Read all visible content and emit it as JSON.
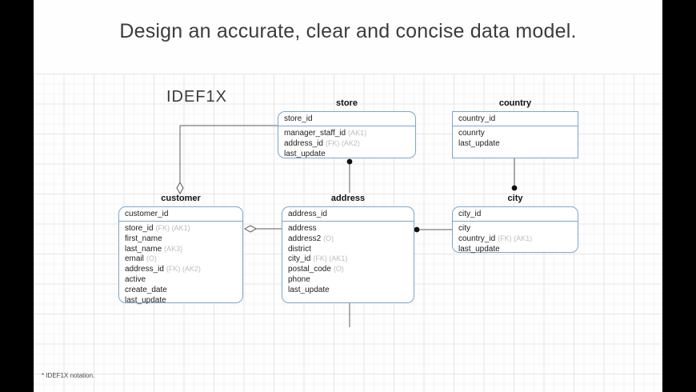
{
  "slide": {
    "title": "Design an accurate, clear and concise data model.",
    "notation_label": "IDEF1X",
    "footnote": "* IDEF1X notation."
  },
  "diagram": {
    "colors": {
      "entity_border": "#7aa7cd",
      "annotation_text": "#bdbdbd",
      "connector": "#5f5f5f"
    },
    "entities": {
      "store": {
        "title": "store",
        "pk": "store_id",
        "attributes": [
          {
            "name": "manager_staff_id",
            "note": "(AK1)"
          },
          {
            "name": "address_id",
            "note": "(FK) (AK2)"
          },
          {
            "name": "last_update",
            "note": ""
          }
        ]
      },
      "country": {
        "title": "country",
        "pk": "country_id",
        "attributes": [
          {
            "name": "counrty",
            "note": ""
          },
          {
            "name": "last_update",
            "note": ""
          }
        ]
      },
      "customer": {
        "title": "customer",
        "pk": "customer_id",
        "attributes": [
          {
            "name": "store_id",
            "note": "(FK) (AK1)"
          },
          {
            "name": "first_name",
            "note": ""
          },
          {
            "name": "last_name",
            "note": "(AK3)"
          },
          {
            "name": "email",
            "note": "(O)"
          },
          {
            "name": "address_id",
            "note": "(FK) (AK2)"
          },
          {
            "name": "active",
            "note": ""
          },
          {
            "name": "create_date",
            "note": ""
          },
          {
            "name": "last_update",
            "note": ""
          }
        ]
      },
      "address": {
        "title": "address",
        "pk": "address_id",
        "attributes": [
          {
            "name": "address",
            "note": ""
          },
          {
            "name": "address2",
            "note": "(O)"
          },
          {
            "name": "district",
            "note": ""
          },
          {
            "name": "city_id",
            "note": "(FK) (AK1)"
          },
          {
            "name": "postal_code",
            "note": "(O)"
          },
          {
            "name": "phone",
            "note": ""
          },
          {
            "name": "last_update",
            "note": ""
          }
        ]
      },
      "city": {
        "title": "city",
        "pk": "city_id",
        "attributes": [
          {
            "name": "city",
            "note": ""
          },
          {
            "name": "country_id",
            "note": "(FK) (AK1)"
          },
          {
            "name": "last_update",
            "note": ""
          }
        ]
      }
    }
  }
}
